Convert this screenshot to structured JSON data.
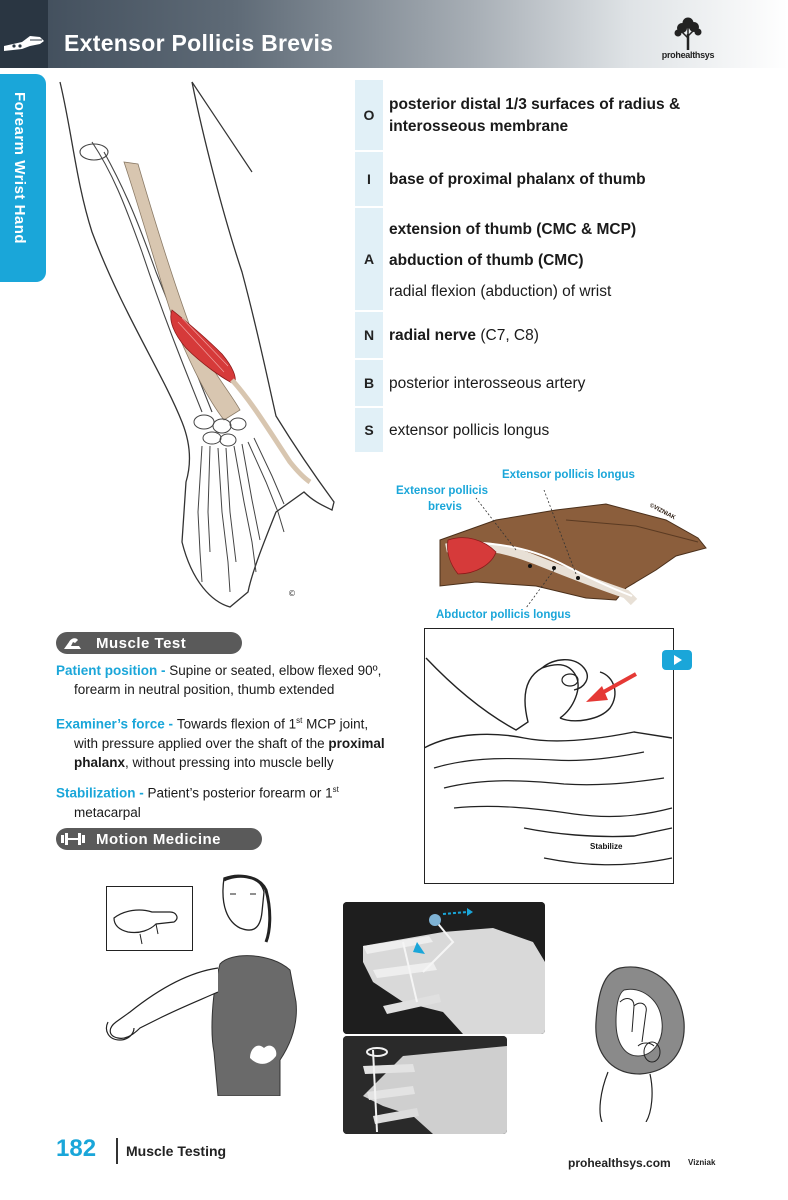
{
  "header": {
    "title": "Extensor Pollicis Brevis",
    "logo_text": "prohealthsys"
  },
  "side_tab": {
    "label": "Forearm Wrist Hand"
  },
  "oianbs": [
    {
      "letter": "O",
      "lines": [
        {
          "text": "posterior distal 1/3 surfaces of radius &",
          "bold": true
        },
        {
          "text": "interosseous membrane",
          "bold": true
        }
      ]
    },
    {
      "letter": "I",
      "lines": [
        {
          "text": "base of proximal phalanx of thumb",
          "bold": true
        }
      ]
    },
    {
      "letter": "A",
      "lines": [
        {
          "text": "extension of thumb (CMC & MCP)",
          "bold": true
        },
        {
          "text": "abduction of thumb (CMC)",
          "bold": true
        },
        {
          "text": "radial flexion (abduction) of wrist",
          "bold": false
        }
      ]
    },
    {
      "letter": "N",
      "lines": [
        {
          "text": "radial nerve",
          "bold": true,
          "extra": " (C7, C8)"
        }
      ]
    },
    {
      "letter": "B",
      "lines": [
        {
          "text": "posterior interosseous artery",
          "bold": false
        }
      ]
    },
    {
      "letter": "S",
      "lines": [
        {
          "text": "extensor pollicis longus",
          "bold": false
        }
      ]
    }
  ],
  "anatomy_labels": {
    "epl": "Extensor pollicis longus",
    "epb_1": "Extensor pollicis",
    "epb_2": "brevis",
    "apl": "Abductor pollicis longus",
    "hand_mark": "©VIZNIAK"
  },
  "muscle_test": {
    "title": "Muscle Test",
    "patient_position": {
      "key": "Patient position - ",
      "text_1": "Supine or seated, elbow flexed 90º,",
      "text_2": "forearm in neutral position, thumb extended"
    },
    "examiner_force": {
      "key": "Examiner’s force - ",
      "text_1a": "Towards flexion of 1",
      "sup": "st",
      "text_1b": " MCP joint,",
      "text_2a": "with pressure applied over the shaft of the ",
      "bold_2": "proximal",
      "bold_3": "phalanx",
      "text_3": ", without pressing into muscle belly"
    },
    "stabilization": {
      "key": "Stabilization - ",
      "text_1": "Patient’s posterior forearm or 1",
      "sup": "st",
      "text_2": "metacarpal"
    },
    "stabilize_label": "Stabilize"
  },
  "motion_medicine": {
    "title": "Motion Medicine"
  },
  "footer": {
    "page_number": "182",
    "section": "Muscle Testing",
    "website": "prohealthsys.com",
    "author": "Vizniak"
  },
  "colors": {
    "accent": "#1aa6d9",
    "header_dark": "#3d4a58",
    "muscle_red": "#d63a3a",
    "bone": "#d8c6b0"
  }
}
